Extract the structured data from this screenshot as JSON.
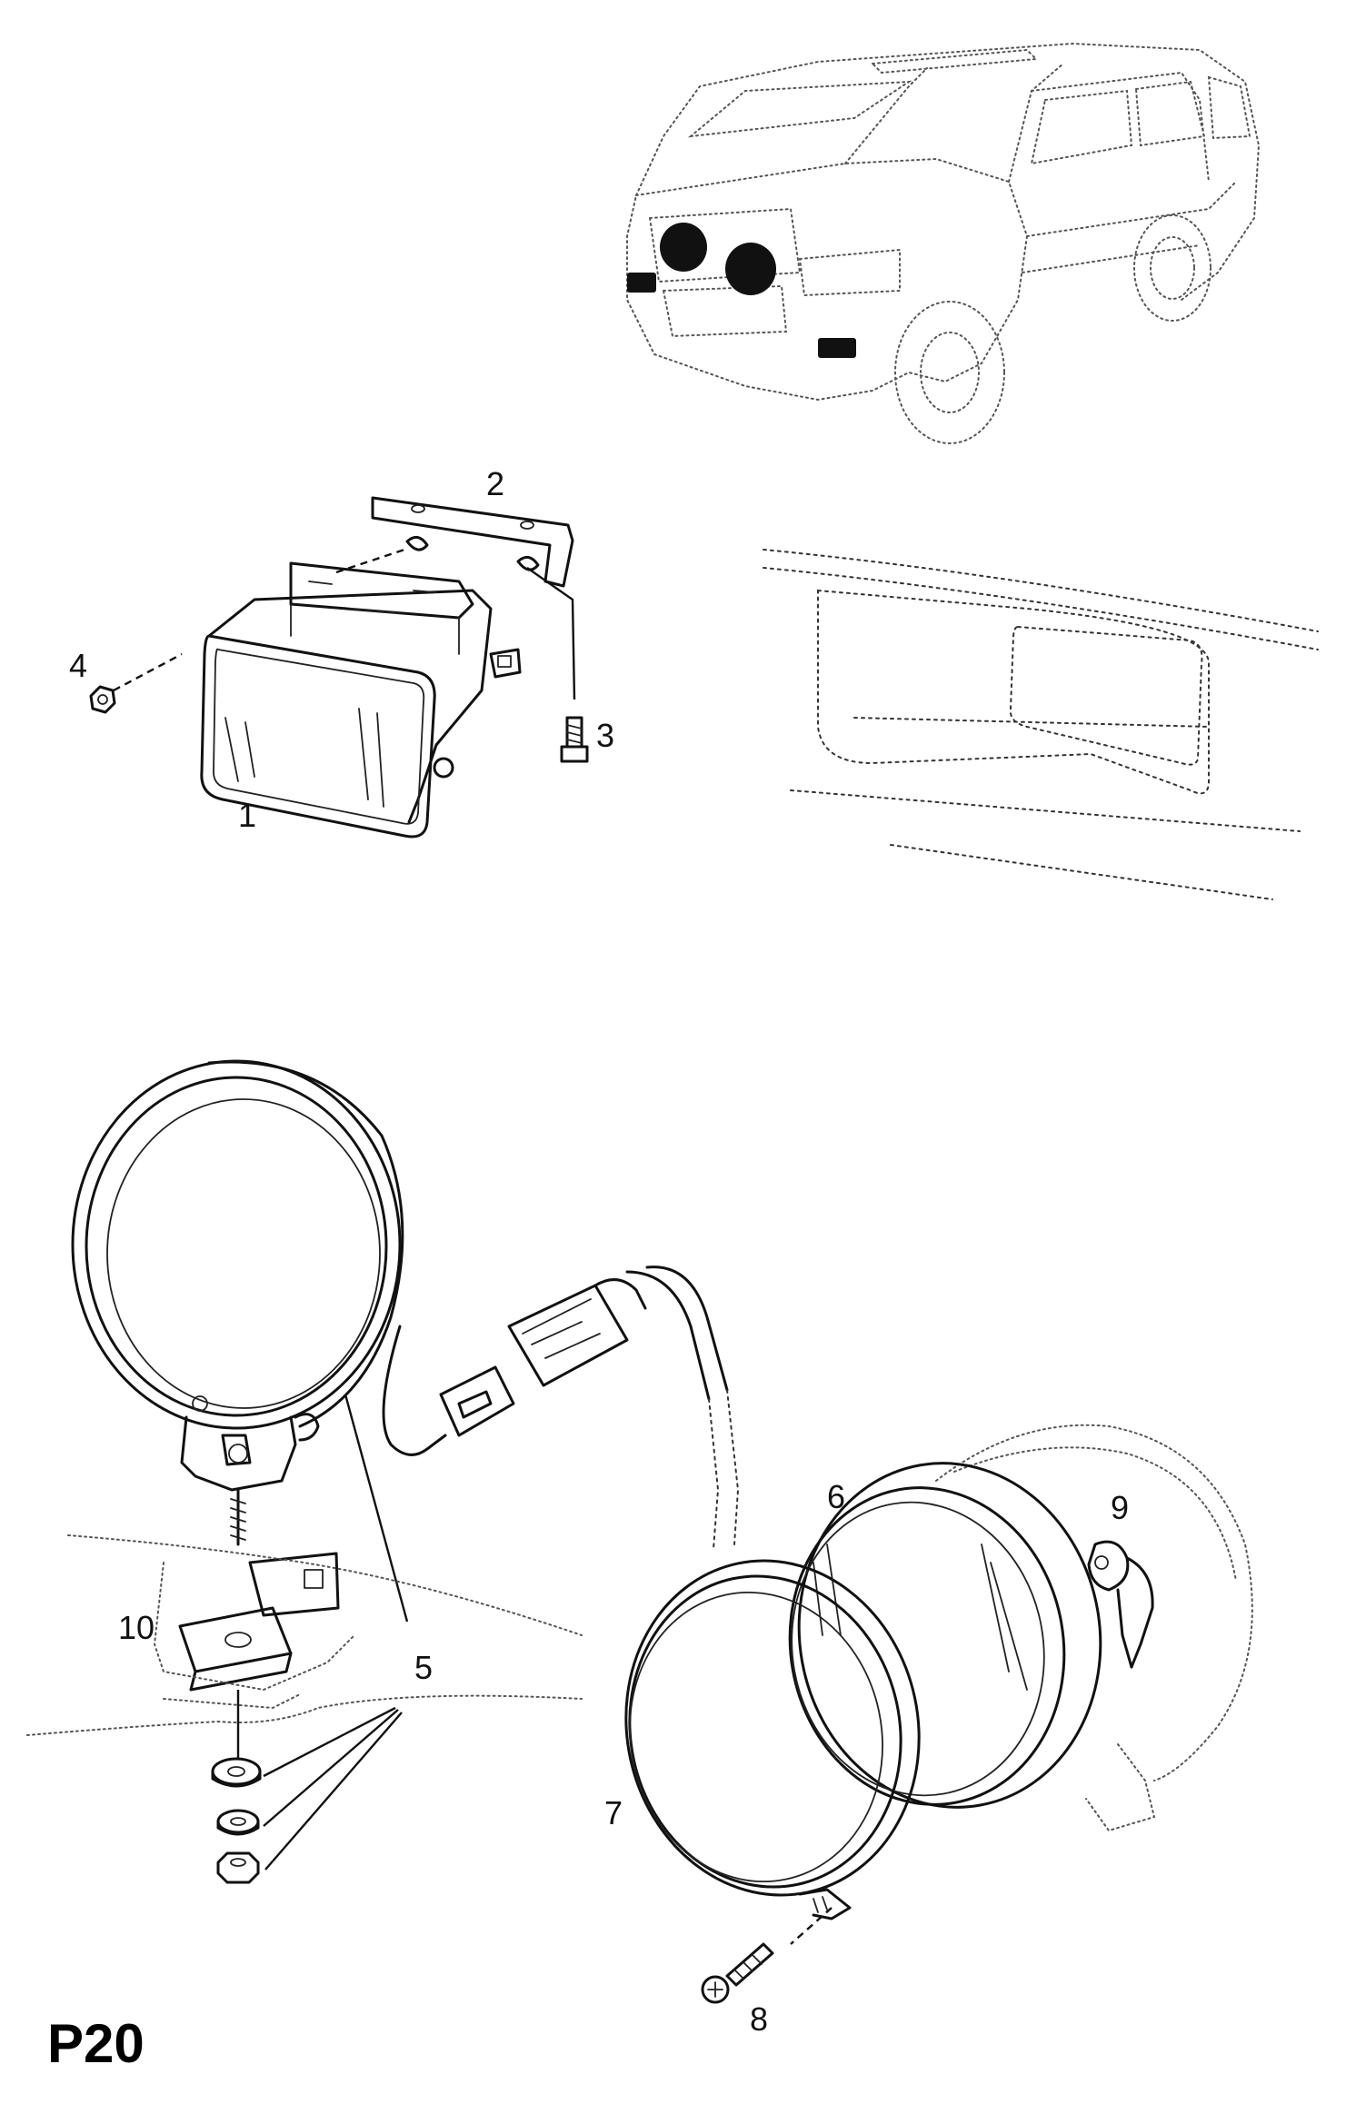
{
  "page_code": "P20",
  "callouts": [
    "1",
    "2",
    "3",
    "4",
    "5",
    "6",
    "7",
    "8",
    "9",
    "10"
  ]
}
